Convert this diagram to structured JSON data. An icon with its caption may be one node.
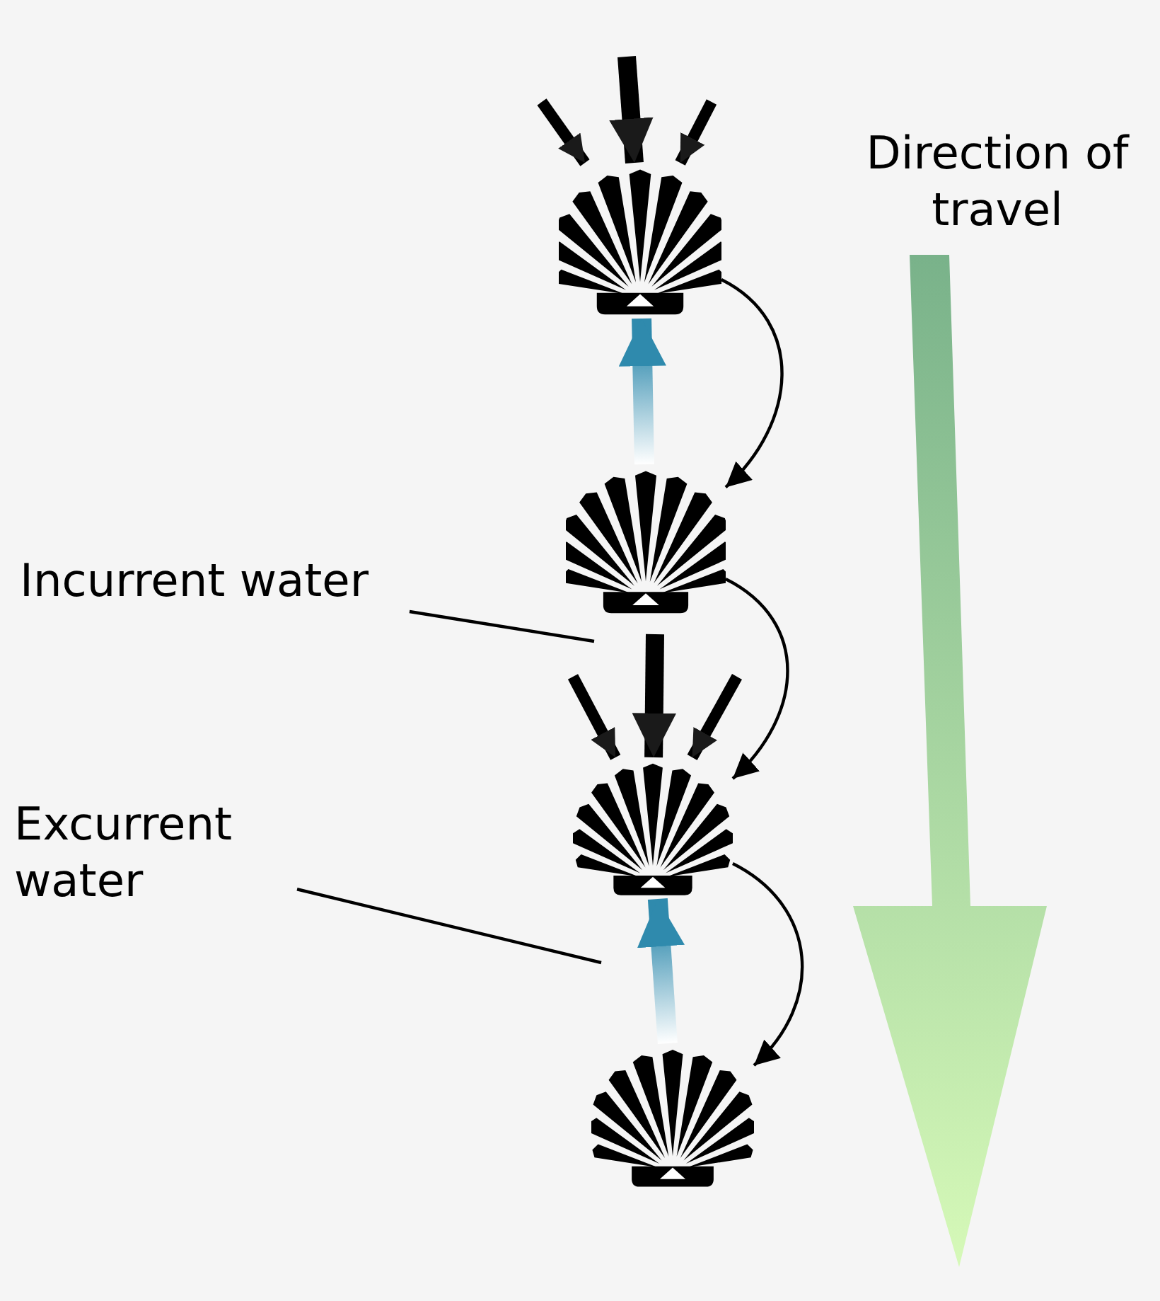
{
  "diagram": {
    "nodes": [
      {
        "text": [],
        "shape": "picture"
      },
      {
        "text": [],
        "shape": "picture"
      },
      {
        "text": [
          "Incurrent water"
        ]
      },
      {
        "text": [],
        "shape": "picture"
      },
      {
        "text": [
          "Excurrent water"
        ]
      },
      {
        "text": [],
        "shape": "picture"
      }
    ],
    "edges": [
      {
        "from": null,
        "to": 0,
        "arrow": "to"
      },
      {
        "from": null,
        "to": 0,
        "arrow": "to"
      },
      {
        "from": null,
        "to": 0,
        "arrow": "to"
      },
      {
        "from": 0,
        "to": 1,
        "arrow": "to"
      },
      {
        "from": 1,
        "to": 0,
        "arrow": "to",
        "color": "#2f8aad"
      },
      {
        "from": 2,
        "to": null,
        "arrow": "none"
      },
      {
        "from": null,
        "to": 3,
        "arrow": "to"
      },
      {
        "from": null,
        "to": 3,
        "arrow": "to"
      },
      {
        "from": null,
        "to": 3,
        "arrow": "to"
      },
      {
        "from": 1,
        "to": 3,
        "arrow": "to"
      },
      {
        "from": 4,
        "to": null,
        "arrow": "none"
      },
      {
        "from": 5,
        "to": 3,
        "arrow": "to",
        "color": "#2f8aad"
      },
      {
        "from": 3,
        "to": 5,
        "arrow": "to"
      }
    ],
    "labels": [
      "Direction of travel"
    ]
  }
}
